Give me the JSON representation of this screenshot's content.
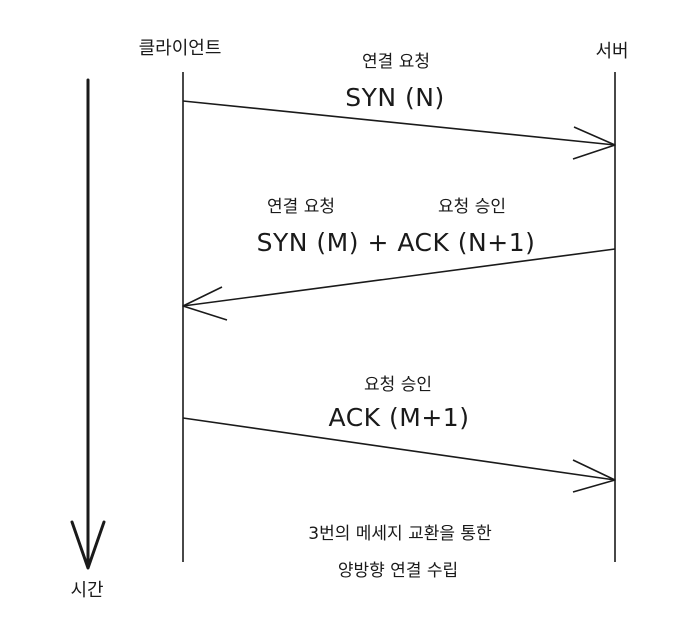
{
  "actors": {
    "client": "클라이언트",
    "server": "서버"
  },
  "time_label": "시간",
  "messages": [
    {
      "caption": "연결 요청",
      "signal": "SYN (N)"
    },
    {
      "caption_left": "연결 요청",
      "caption_right": "요청 승인",
      "signal": "SYN (M) + ACK (N+1)"
    },
    {
      "caption": "요청 승인",
      "signal": "ACK (M+1)"
    }
  ],
  "summary": {
    "line1": "3번의 메세지 교환을 통한",
    "line2": "양방향 연결 수립"
  }
}
